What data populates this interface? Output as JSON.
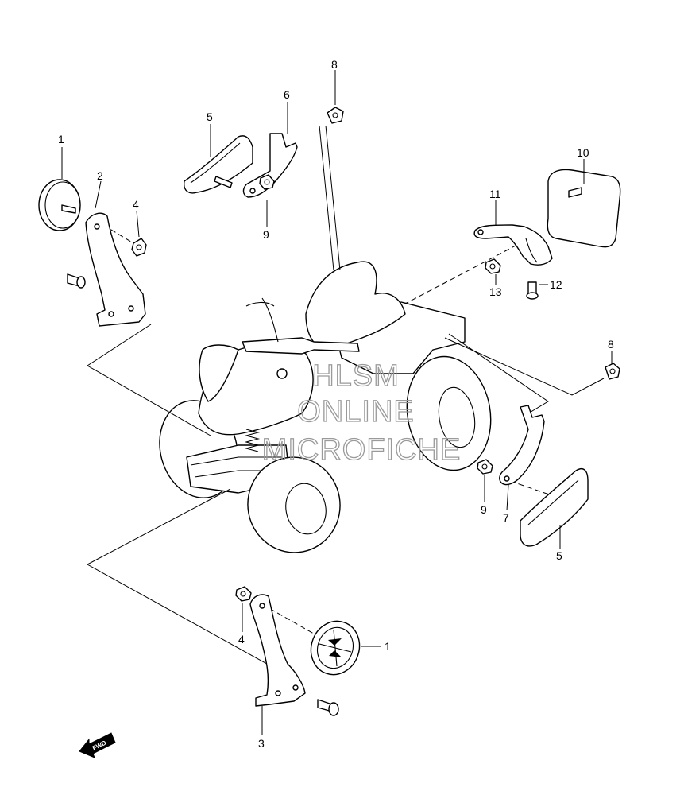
{
  "callouts": {
    "c1_top": "1",
    "c2": "2",
    "c4_top": "4",
    "c5_top": "5",
    "c6": "6",
    "c8_top": "8",
    "c9_top": "9",
    "c10": "10",
    "c11": "11",
    "c12": "12",
    "c13": "13",
    "c8_right": "8",
    "c9_right": "9",
    "c7": "7",
    "c5_right": "5",
    "c4_bottom": "4",
    "c1_bottom": "1",
    "c3": "3"
  },
  "watermark": {
    "line1": "HLSM",
    "line2": "ONLINE",
    "line3": "MICROFICHE"
  },
  "fwd_label": "FWD"
}
